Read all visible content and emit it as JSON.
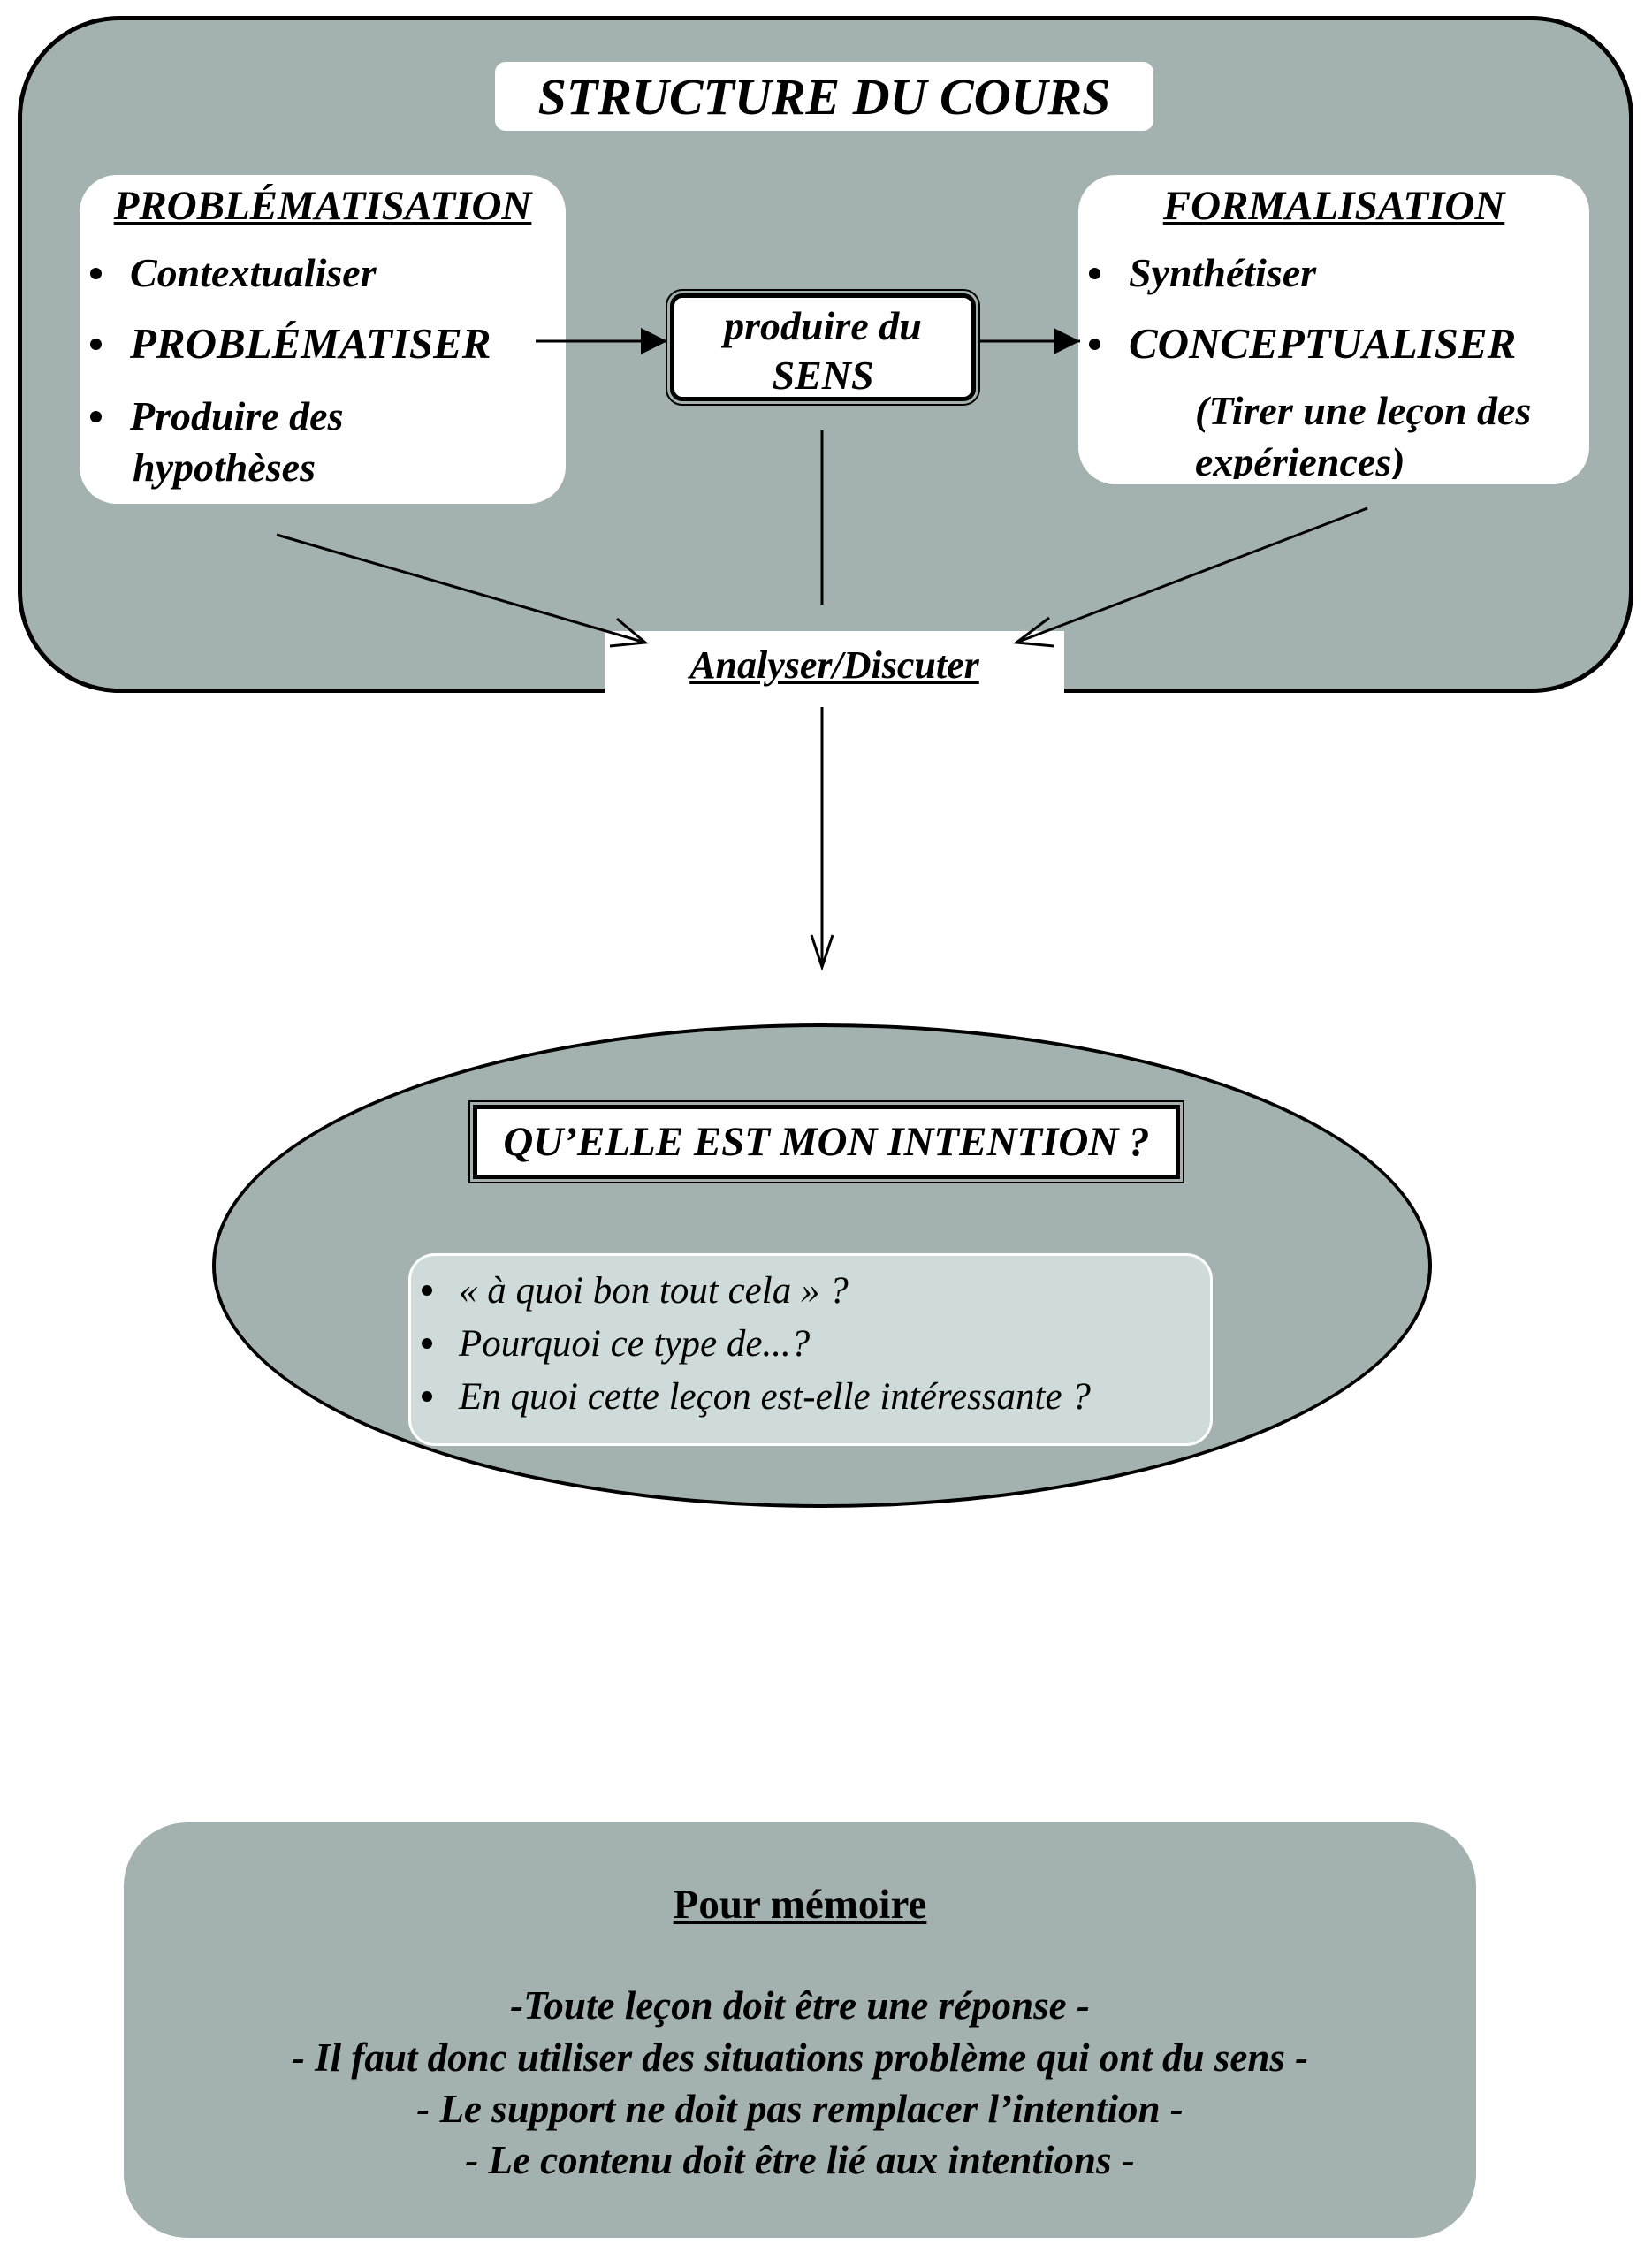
{
  "structure": {
    "title": "STRUCTURE DU COURS",
    "problematisation": {
      "heading": "PROBLÉMATISATION",
      "items": [
        "Contextualiser",
        "PROBLÉMATISER",
        "Produire des",
        "hypothèses"
      ]
    },
    "sens_box": {
      "line1": "produire du",
      "line2": "SENS"
    },
    "formalisation": {
      "heading": "FORMALISATION",
      "items": [
        "Synthétiser",
        "CONCEPTUALISER"
      ],
      "note_line1": "(Tirer une leçon des",
      "note_line2": "expériences)"
    },
    "analyser": "Analyser/Discuter"
  },
  "intention": {
    "title": "QU’ELLE EST MON INTENTION ?",
    "questions": [
      "« à quoi bon tout cela » ?",
      "Pourquoi ce type de...?",
      "En quoi cette leçon est-elle intéressante ?"
    ]
  },
  "memo": {
    "title": "Pour mémoire",
    "lines": [
      "-Toute leçon doit être une réponse -",
      "- Il faut donc utiliser des situations problème qui ont du sens -",
      "- Le support ne doit pas remplacer l’intention -",
      "- Le contenu doit être lié aux intentions -"
    ]
  },
  "colors": {
    "panel_fill": "#a3b1b0",
    "question_box_fill": "#cfdbdb",
    "card_fill": "#ffffff",
    "stroke": "#000000"
  }
}
